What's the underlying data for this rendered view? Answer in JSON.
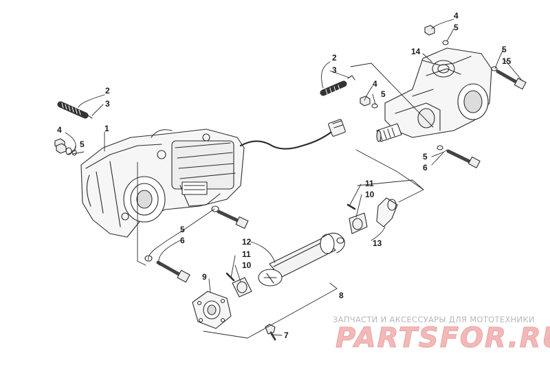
{
  "callouts": [
    {
      "id": "c1",
      "label": "1"
    },
    {
      "id": "c2a",
      "label": "2"
    },
    {
      "id": "c3a",
      "label": "3"
    },
    {
      "id": "c4a",
      "label": "4"
    },
    {
      "id": "c5a",
      "label": "5"
    },
    {
      "id": "c5b",
      "label": "5"
    },
    {
      "id": "c6a",
      "label": "6"
    },
    {
      "id": "c2b",
      "label": "2"
    },
    {
      "id": "c3b",
      "label": "3"
    },
    {
      "id": "c4b",
      "label": "4"
    },
    {
      "id": "c5c",
      "label": "5"
    },
    {
      "id": "c4c",
      "label": "4"
    },
    {
      "id": "c5d",
      "label": "5"
    },
    {
      "id": "c14",
      "label": "14"
    },
    {
      "id": "c5e",
      "label": "5"
    },
    {
      "id": "c15",
      "label": "15"
    },
    {
      "id": "c5f",
      "label": "5"
    },
    {
      "id": "c6b",
      "label": "6"
    },
    {
      "id": "c11a",
      "label": "11"
    },
    {
      "id": "c10a",
      "label": "10"
    },
    {
      "id": "c13",
      "label": "13"
    },
    {
      "id": "c12",
      "label": "12"
    },
    {
      "id": "c11b",
      "label": "11"
    },
    {
      "id": "c10b",
      "label": "10"
    },
    {
      "id": "c9",
      "label": "9"
    },
    {
      "id": "c8",
      "label": "8"
    },
    {
      "id": "c7",
      "label": "7"
    }
  ],
  "watermark": {
    "caption": "ЗАПЧАСТИ И АКСЕССУАРЫ ДЛЯ МОТОТЕХНИКИ",
    "logo": "PARTSFOR.RU"
  }
}
